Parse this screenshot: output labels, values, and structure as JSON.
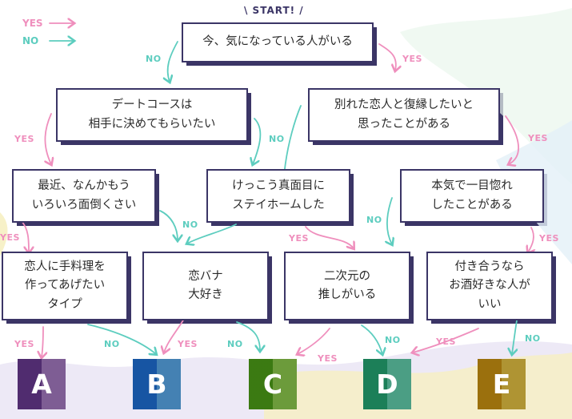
{
  "start_label": "\\ START! /",
  "legend": {
    "yes": "YES",
    "no": "NO"
  },
  "colors": {
    "yes": "#ef8fbd",
    "no": "#5dcdbf",
    "box_border": "#3b3566"
  },
  "nodes": {
    "q1": "今、気になっている人がいる",
    "q2": "デートコースは\n相手に決めてもらいたい",
    "q3": "別れた恋人と復縁したいと\n思ったことがある",
    "q4": "最近、なんかもう\nいろいろ面倒くさい",
    "q5": "けっこう真面目に\nステイホームした",
    "q6": "本気で一目惚れ\nしたことがある",
    "q7": "恋人に手料理を\n作ってあげたい\nタイプ",
    "q8": "恋バナ\n大好き",
    "q9": "二次元の\n推しがいる",
    "q10": "付き合うなら\nお酒好きな人が\nいい"
  },
  "results": [
    {
      "letter": "A",
      "color": "#8f6aa8"
    },
    {
      "letter": "B",
      "color": "#4d93cc"
    },
    {
      "letter": "C",
      "color": "#7bb043"
    },
    {
      "letter": "D",
      "color": "#55b496"
    },
    {
      "letter": "E",
      "color": "#c7a93a"
    }
  ],
  "edge_labels": {
    "q1_no": "NO",
    "q1_yes": "YES",
    "q2_yes": "YES",
    "q2_no": "NO",
    "q3_yes": "YES",
    "q4_yes": "YES",
    "q4_no": "NO",
    "q5_yes": "YES",
    "q6_no": "NO",
    "q6_yes": "YES",
    "q7_yes": "YES",
    "q7_no": "NO",
    "q8_yes": "YES",
    "q8_no": "NO",
    "q9_yes": "YES",
    "q9_no": "NO",
    "q10_yes": "YES",
    "q10_no": "NO"
  }
}
